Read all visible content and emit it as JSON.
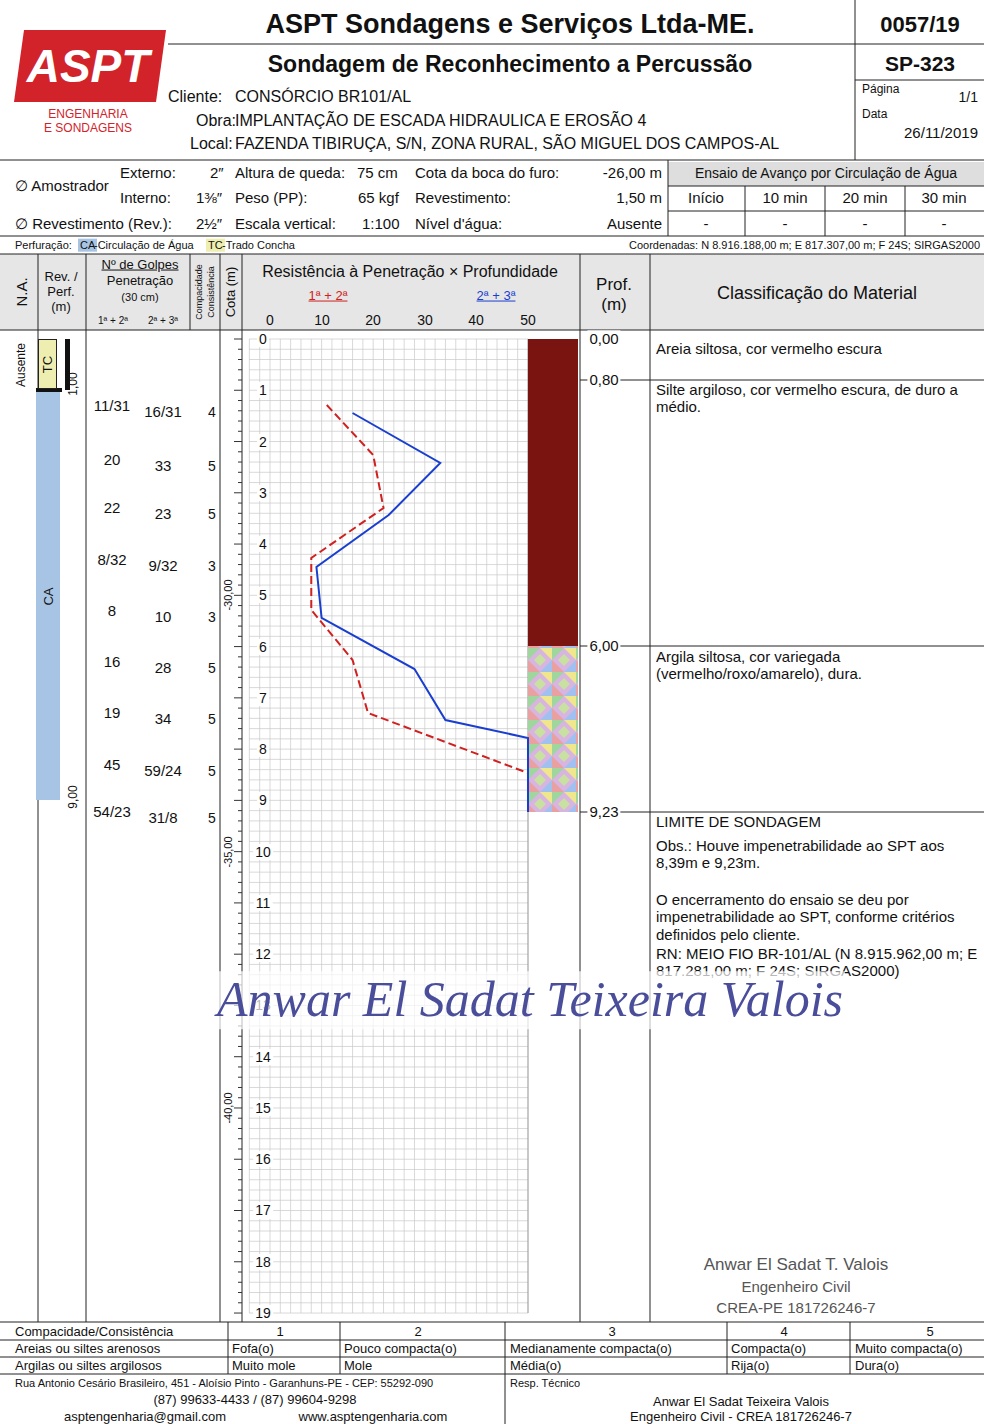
{
  "diagram": {
    "title": "ASPT Sondagens e Serviços Ltda-ME.",
    "nodes": [
      {
        "text": [
          "TC"
        ]
      },
      {
        "text": [
          "CA"
        ]
      }
    ],
    "labels": [
      "0057/19",
      "Sondagem de Reconhecimento a Percussão",
      "SP-323",
      "Página",
      "1/1",
      "Cliente:",
      "CONSÓRCIO BR101/AL",
      "Obra:",
      "IMPLANTAÇÃO DE ESCADA HIDRAULICA E EROSÃO 4",
      "Local:",
      "FAZENDA TIBIRUÇA, S/N, ZONA RURAL, SÃO MIGUEL DOS CAMPOS-AL",
      "Data",
      "26/11/2019",
      "ASPT",
      "ENGENHARIA",
      "E SONDAGENS",
      "∅ Amostrador",
      "Externo:",
      "2″",
      "Interno:",
      "1⅜″",
      "Altura de queda:",
      "75 cm",
      "Peso (PP):",
      "65 kgf",
      "Cota da boca do furo:",
      "-26,00 m",
      "Revestimento:",
      "1,50 m",
      "Ensaio de Avanço por Circulação de Água",
      "Início",
      "10 min",
      "20 min",
      "30 min",
      "∅ Revestimento (Rev.):",
      "2½″",
      "Escala vertical:",
      "1:100",
      "Nível d'água:",
      "Ausente",
      "-",
      "-",
      "-",
      "-",
      "Perfuração:",
      "CA",
      "-Circulação de Água",
      "TC",
      "-Trado Concha",
      "Coordenadas: N 8.916.188,00 m; E 817.307,00 m; F 24S; SIRGAS2000",
      "N.A.",
      "Rev. / Perf. (m)",
      "Nº de Golpes",
      "Penetração",
      "(30 cm)",
      "1ª + 2ª",
      "2ª + 3ª",
      "Compacidade",
      "Consistência",
      "Cota (m)",
      "Resistência à Penetração × Profundidade",
      "1ª + 2ª",
      "2ª + 3ª",
      "0",
      "10",
      "20",
      "30",
      "40",
      "50",
      "Prof. (m)",
      "Classificação do Material",
      "0",
      "1",
      "2",
      "3",
      "4",
      "5",
      "6",
      "7",
      "8",
      "9",
      "10",
      "11",
      "12",
      "13",
      "14",
      "15",
      "16",
      "17",
      "18",
      "19",
      "-30,00",
      "-35,00",
      "-40,00",
      "Ausente",
      "1,00",
      "9,00",
      "11/31",
      "16/31",
      "4",
      "20",
      "33",
      "5",
      "22",
      "23",
      "5",
      "8/32",
      "9/32",
      "3",
      "8",
      "10",
      "3",
      "16",
      "28",
      "5",
      "19",
      "34",
      "5",
      "45",
      "59/24",
      "5",
      "54/23",
      "31/8",
      "5",
      "0,00",
      "0,80",
      "6,00",
      "9,23",
      "Areia siltosa, cor vermelho escura",
      "Silte argiloso, cor vermelho escura, de duro a médio.",
      "Argila siltosa, cor variegada (vermelho/roxo/amarelo), dura.",
      "LIMITE DE SONDAGEM",
      "Obs.: Houve impenetrabilidade ao SPT aos 8,39m e 9,23m.",
      "O encerramento do ensaio se deu por impenetrabilidade ao SPT, conforme critérios definidos pelo cliente.",
      "RN: MEIO FIO BR-101/AL (N 8.915.962,00 m; E 817.281,00 m; F 24S; SIRGAS2000)",
      "Anwar El Sadat Teixeira Valois",
      "Anwar El Sadat T. Valois",
      "Engenheiro Civil",
      "CREA-PE 181726246-7",
      "Compacidade/Consistência",
      "1",
      "2",
      "3",
      "4",
      "5",
      "Areias ou siltes arenosos",
      "Fofa(o)",
      "Pouco compacta(o)",
      "Medianamente compacta(o)",
      "Compacta(o)",
      "Muito compacta(o)",
      "Argilas ou siltes argilosos",
      "Muito mole",
      "Mole",
      "Média(o)",
      "Rija(o)",
      "Dura(o)",
      "Rua Antonio Cesário Brasileiro, 451 - Aloísio Pinto - Garanhuns-PE - CEP: 55292-090",
      "(87) 99633-4433 / (87) 99604-9298",
      "asptengenharia@gmail.com",
      "www.asptengenharia.com",
      "Resp. Técnico",
      "Anwar El Sadat Teixeira Valois",
      "Engenheiro Civil - CREA 181726246-7"
    ]
  }
}
